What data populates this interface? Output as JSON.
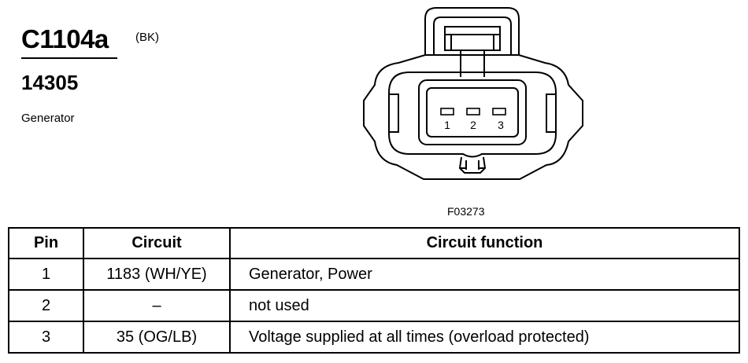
{
  "connector": {
    "id": "C1104a",
    "color_code": "(BK)",
    "part_number": "14305",
    "component": "Generator"
  },
  "figure": {
    "code": "F03273",
    "pin_labels": [
      "1",
      "2",
      "3"
    ]
  },
  "table": {
    "headers": {
      "pin": "Pin",
      "circuit": "Circuit",
      "function": "Circuit function"
    },
    "rows": [
      {
        "pin": "1",
        "circuit": "1183 (WH/YE)",
        "function": "Generator, Power"
      },
      {
        "pin": "2",
        "circuit": "–",
        "function": "not used"
      },
      {
        "pin": "3",
        "circuit": "35 (OG/LB)",
        "function": "Voltage supplied at all times (overload protected)"
      }
    ]
  }
}
